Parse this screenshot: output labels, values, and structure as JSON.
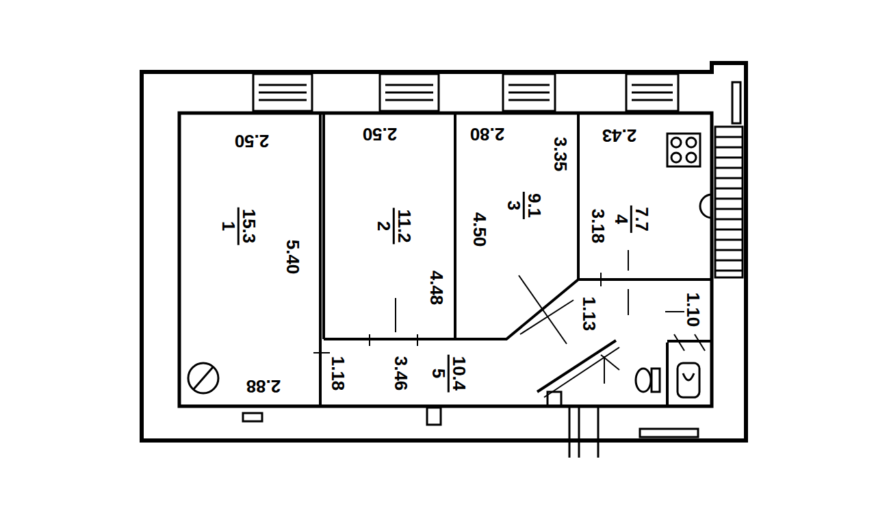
{
  "diagram": {
    "nodes": [
      {
        "text": [
          "1",
          "15.3",
          "5.40",
          "2.50",
          "2.88"
        ]
      },
      {
        "text": [
          "2",
          "11.2",
          "4.48",
          "2.50"
        ]
      },
      {
        "text": [
          "3",
          "9.1",
          "4.50",
          "2.80",
          "3.35"
        ]
      },
      {
        "text": [
          "4",
          "7.7",
          "3.18",
          "2.43"
        ]
      },
      {
        "text": [
          "5",
          "10.4",
          "3.46",
          "1.18",
          "1.13",
          "1.10"
        ]
      }
    ]
  }
}
